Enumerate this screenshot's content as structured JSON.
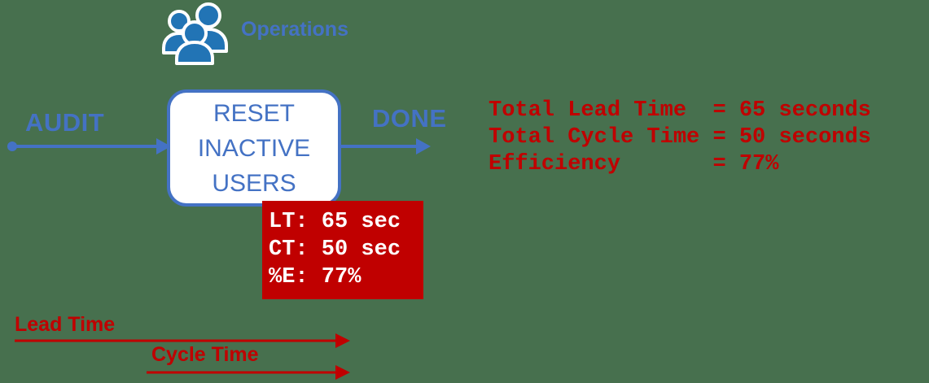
{
  "colors": {
    "background": "#47704E",
    "blue_accent": "#4472C4",
    "icon_blue": "#2274B5",
    "red_accent": "#C00000",
    "box_fill": "#FFFFFF",
    "metrics_text": "#FFFFFF"
  },
  "header": {
    "icon": "people-group-icon",
    "label": "Operations"
  },
  "flow": {
    "input_label": "AUDIT",
    "process": {
      "lines": [
        "RESET",
        "INACTIVE",
        "USERS"
      ]
    },
    "output_label": "DONE"
  },
  "metrics_box": {
    "lines": [
      "LT: 65 sec",
      "CT: 50 sec",
      "%E: 77%"
    ]
  },
  "summary": {
    "lines": [
      "Total Lead Time  = 65 seconds",
      "Total Cycle Time = 50 seconds",
      "Efficiency       = 77%"
    ]
  },
  "timeline": {
    "lead_label": "Lead Time",
    "cycle_label": "Cycle Time"
  }
}
